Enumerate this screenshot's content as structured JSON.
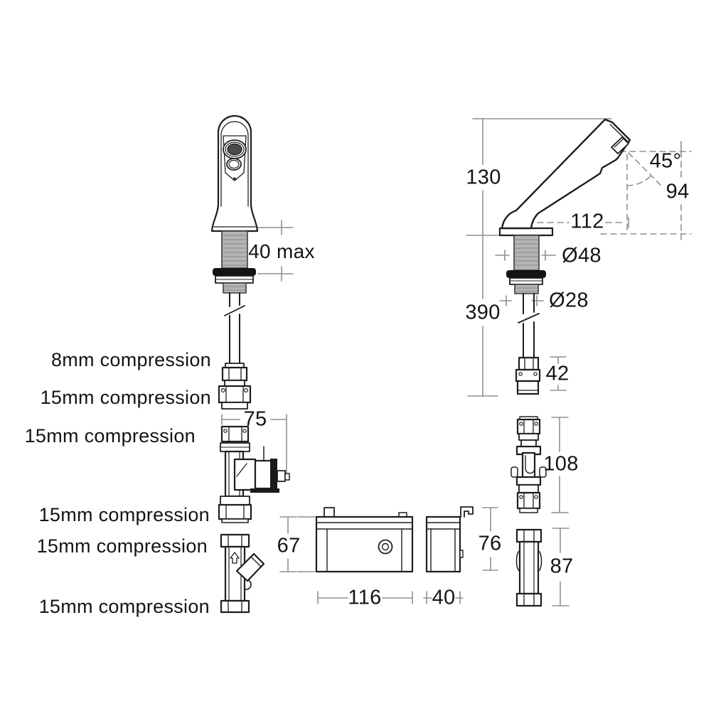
{
  "labels": {
    "connections": [
      "8mm compression",
      "15mm compression",
      "15mm compression",
      "15mm compression",
      "15mm compression",
      "15mm compression"
    ]
  },
  "dims": {
    "deck_max": "40 max",
    "tap_height": "130",
    "spout_angle": "45°",
    "outlet_height": "94",
    "projection": "112",
    "base_diameter": "Ø48",
    "shank_diameter": "Ø28",
    "below_deck": "390",
    "tail_fitting": "42",
    "solenoid_width": "75",
    "check_valve_length": "108",
    "filter_length": "87",
    "box_height": "67",
    "box_width": "116",
    "box_depth": "40",
    "box_side_height": "76"
  },
  "line_colors": {
    "object": "#1e1e1e",
    "dimension": "#8f8f8f",
    "thread_fill": "#b4b4b4",
    "washer_fill": "#141414"
  }
}
